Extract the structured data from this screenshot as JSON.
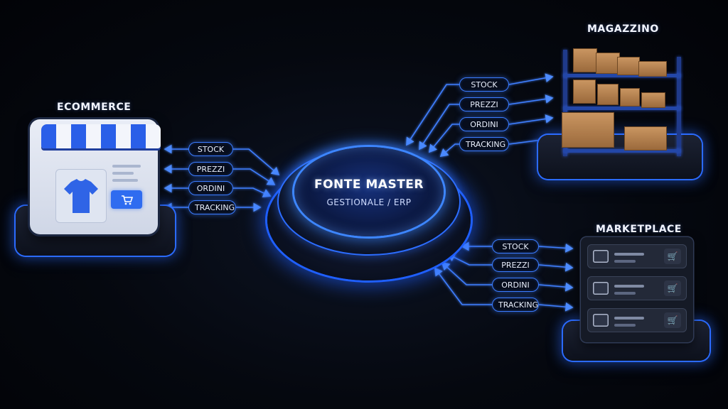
{
  "accent_color": "#2b6bff",
  "master": {
    "title": "FONTE MASTER",
    "subtitle": "GESTIONALE / ERP"
  },
  "ecommerce": {
    "title": "ECOMMERCE",
    "icons": [
      "store-awning-icon",
      "tshirt-icon",
      "cart-icon"
    ],
    "flows": [
      "STOCK",
      "PREZZI",
      "ORDINI",
      "TRACKING"
    ]
  },
  "magazzino": {
    "title": "MAGAZZINO",
    "icons": [
      "warehouse-rack-icon",
      "box-icon"
    ],
    "flows": [
      "STOCK",
      "PREZZI",
      "ORDINI",
      "TRACKING"
    ]
  },
  "marketplace": {
    "title": "MARKETPLACE",
    "icons": [
      "store-icon",
      "cart-icon"
    ],
    "flows": [
      "STOCK",
      "PREZZI",
      "ORDINI",
      "TRACKING"
    ]
  }
}
